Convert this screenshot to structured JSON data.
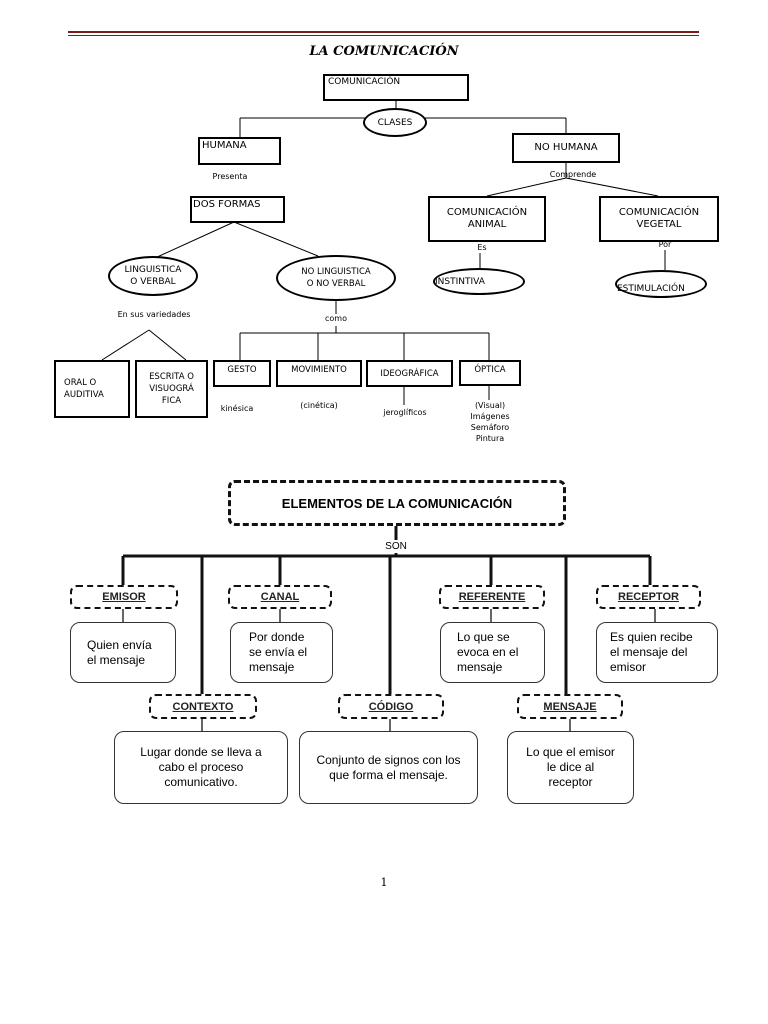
{
  "header": {
    "title": "LA COMUNICACIÓN"
  },
  "top": {
    "comunicacion": "COMUNICACIÓN",
    "clases": "CLASES",
    "humana": "HUMANA",
    "no_humana": "NO HUMANA",
    "presenta": "Presenta",
    "comprende": "Comprende",
    "dos_formas": "DOS FORMAS",
    "com_animal": "COMUNICACIÓN ANIMAL",
    "com_vegetal": "COMUNICACIÓN VEGETAL",
    "es": "Es",
    "por": "Por",
    "instintiva": "INSTINTIVA",
    "estimulacion": "ESTIMULACIÓN",
    "linguistica": "LINGUISTICA O VERBAL",
    "no_linguistica": "NO LINGUISTICA O NO VERBAL",
    "en_sus_variedades": "En sus variedades",
    "como": "como",
    "oral": "ORAL O AUDITIVA",
    "escrita": "ESCRITA O VISUOGRÁ FICA",
    "gesto": "GESTO",
    "movimiento": "MOVIMIENTO",
    "ideografica": "IDEOGRÁFICA",
    "optica": "ÓPTICA",
    "kinesica": "kinésica",
    "cinetica": "(cinética)",
    "jeroglificos": "jeroglíficos",
    "visual_lines": [
      "(Visual)",
      "Imágenes",
      "Semáforo",
      "Pintura"
    ]
  },
  "bottom": {
    "title": "ELEMENTOS DE LA COMUNICACIÓN",
    "son": "SON",
    "elements": [
      {
        "name": "EMISOR",
        "desc": "Quien envía el mensaje"
      },
      {
        "name": "CANAL",
        "desc": "Por donde se envía el mensaje"
      },
      {
        "name": "REFERENTE",
        "desc": "Lo que se evoca en el mensaje"
      },
      {
        "name": "RECEPTOR",
        "desc": "Es quien recibe el mensaje del emisor"
      },
      {
        "name": "CONTEXTO",
        "desc": "Lugar donde se lleva a cabo el proceso comunicativo."
      },
      {
        "name": "CÓDIGO",
        "desc": "Conjunto de signos con los que forma el mensaje."
      },
      {
        "name": "MENSAJE",
        "desc": "Lo que el emisor le dice al receptor"
      }
    ]
  },
  "footer": {
    "page_number": "1"
  }
}
